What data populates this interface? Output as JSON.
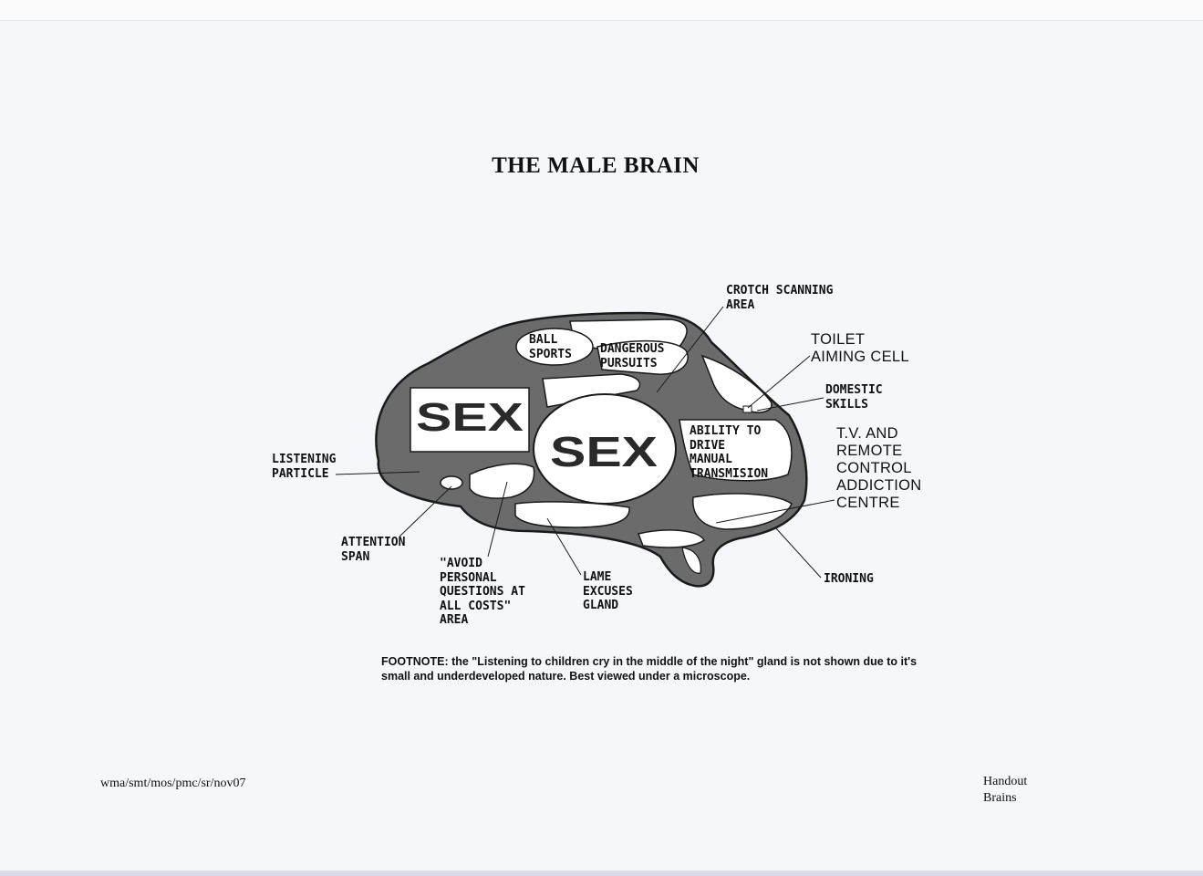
{
  "title": "THE MALE BRAIN",
  "regions": {
    "sex_left": "SEX",
    "sex_center": "SEX",
    "ball_sports": "BALL\nSPORTS",
    "dangerous_pursuits": "DANGEROUS\nPURSUITS",
    "ability_to_drive": "ABILITY TO\nDRIVE\nMANUAL\nTRANSMISION"
  },
  "labels": {
    "crotch_scanning": "CROTCH SCANNING\nAREA",
    "toilet_aiming": "TOILET\nAIMING CELL",
    "domestic_skills": "DOMESTIC\nSKILLS",
    "tv_remote": "T.V. AND\nREMOTE\nCONTROL\nADDICTION\nCENTRE",
    "listening_particle": "LISTENING\nPARTICLE",
    "attention_span": "ATTENTION\nSPAN",
    "avoid_questions": "\"AVOID\nPERSONAL\nQUESTIONS AT\nALL COSTS\"\nAREA",
    "lame_excuses": "LAME\nEXCUSES\nGLAND",
    "ironing": "IRONING"
  },
  "footnote": "FOOTNOTE: the \"Listening to children cry in the middle of the night\" gland is not shown due to it's small and underdeveloped nature.  Best viewed under a microscope.",
  "footer": {
    "left": "wma/smt/mos/pmc/sr/nov07",
    "right_line1": "Handout",
    "right_line2": "Brains"
  },
  "colors": {
    "brain_fill": "#6b6b6b",
    "region_fill": "#ffffff",
    "paper": "#f5f7fa"
  }
}
